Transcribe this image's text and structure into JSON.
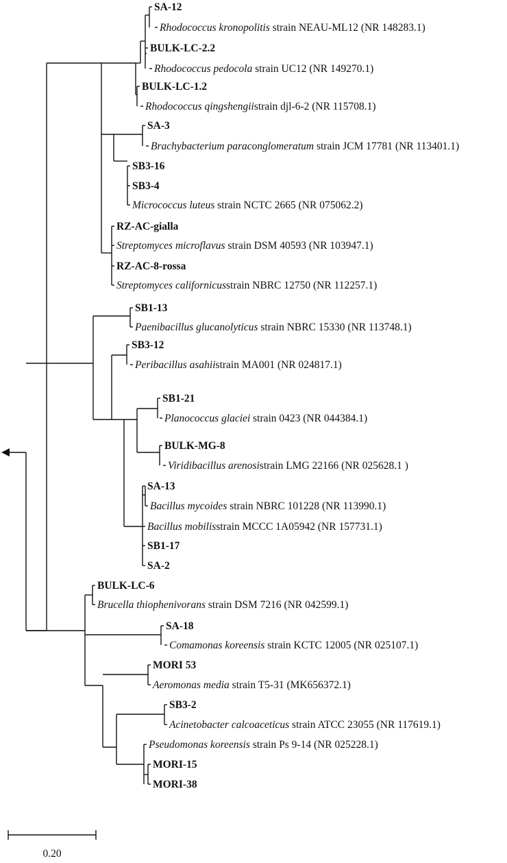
{
  "tree": {
    "taxa": [
      {
        "id": "t0",
        "segs": [
          {
            "t": "SA-12",
            "b": true
          }
        ]
      },
      {
        "id": "t1",
        "segs": [
          {
            "t": "Rhodococcus kronopolitis",
            "i": true
          },
          {
            "t": " strain NEAU-ML12 (NR 148283.1)"
          }
        ]
      },
      {
        "id": "t2",
        "segs": [
          {
            "t": "BULK-LC-2.2",
            "b": true
          }
        ]
      },
      {
        "id": "t3",
        "segs": [
          {
            "t": "Rhodococcus pedocola",
            "i": true
          },
          {
            "t": " strain UC12 (NR 149270.1)"
          }
        ]
      },
      {
        "id": "t4",
        "segs": [
          {
            "t": "BULK-LC-1.2",
            "b": true
          }
        ]
      },
      {
        "id": "t5",
        "segs": [
          {
            "t": "Rhodococcus qingshengii",
            "i": true
          },
          {
            "t": "strain djl-6-2 (NR 115708.1)"
          }
        ]
      },
      {
        "id": "t6",
        "segs": [
          {
            "t": "SA-3",
            "b": true
          }
        ]
      },
      {
        "id": "t7",
        "segs": [
          {
            "t": "Brachybacterium paraconglomeratum",
            "i": true
          },
          {
            "t": " strain JCM 17781 (NR 113401.1)"
          }
        ]
      },
      {
        "id": "t8",
        "segs": [
          {
            "t": "SB3-16",
            "b": true
          }
        ]
      },
      {
        "id": "t9",
        "segs": [
          {
            "t": "SB3-4",
            "b": true
          }
        ]
      },
      {
        "id": "t10",
        "segs": [
          {
            "t": "Micrococcus luteus",
            "i": true
          },
          {
            "t": " strain NCTC 2665 (NR 075062.2)"
          }
        ]
      },
      {
        "id": "t11",
        "segs": [
          {
            "t": "RZ-AC-gialla",
            "b": true
          }
        ]
      },
      {
        "id": "t12",
        "segs": [
          {
            "t": "Streptomyces microflavus",
            "i": true
          },
          {
            "t": " strain DSM 40593 (NR 103947.1)"
          }
        ]
      },
      {
        "id": "t13",
        "segs": [
          {
            "t": "RZ-AC-8-rossa",
            "b": true
          }
        ]
      },
      {
        "id": "t14",
        "segs": [
          {
            "t": "Streptomyces californicus",
            "i": true
          },
          {
            "t": "strain NBRC 12750 (NR 112257.1)"
          }
        ]
      },
      {
        "id": "t15",
        "segs": [
          {
            "t": "SB1-13",
            "b": true
          }
        ]
      },
      {
        "id": "t16",
        "segs": [
          {
            "t": "Paenibacillus glucanolyticus",
            "i": true
          },
          {
            "t": " strain NBRC 15330 (NR 113748.1)"
          }
        ]
      },
      {
        "id": "t17",
        "segs": [
          {
            "t": "SB3-12",
            "b": true
          }
        ]
      },
      {
        "id": "t18",
        "segs": [
          {
            "t": "Peribacillus asahii",
            "i": true
          },
          {
            "t": "strain MA001 (NR 024817.1)"
          }
        ]
      },
      {
        "id": "t19",
        "segs": [
          {
            "t": "SB1-21",
            "b": true
          }
        ]
      },
      {
        "id": "t20",
        "segs": [
          {
            "t": "Planococcus glaciei",
            "i": true
          },
          {
            "t": " strain 0423 (NR 044384.1)"
          }
        ]
      },
      {
        "id": "t21",
        "segs": [
          {
            "t": "BULK-MG-8",
            "b": true
          }
        ]
      },
      {
        "id": "t22",
        "segs": [
          {
            "t": "Viridibacillus arenosi",
            "i": true
          },
          {
            "t": "strain LMG 22166 (NR 025628.1 )"
          }
        ]
      },
      {
        "id": "t23",
        "segs": [
          {
            "t": "SA-13",
            "b": true
          }
        ]
      },
      {
        "id": "t24",
        "segs": [
          {
            "t": "Bacillus mycoides",
            "i": true
          },
          {
            "t": " strain NBRC 101228 (NR 113990.1)"
          }
        ]
      },
      {
        "id": "t25",
        "segs": [
          {
            "t": "Bacillus mobilis",
            "i": true
          },
          {
            "t": "strain MCCC 1A05942 (NR 157731.1)"
          }
        ]
      },
      {
        "id": "t26",
        "segs": [
          {
            "t": "SB1-17",
            "b": true
          }
        ]
      },
      {
        "id": "t27",
        "segs": [
          {
            "t": "SA-2",
            "b": true
          }
        ]
      },
      {
        "id": "t28",
        "segs": [
          {
            "t": "BULK-LC-6",
            "b": true
          }
        ]
      },
      {
        "id": "t29",
        "segs": [
          {
            "t": "Brucella thiophenivorans",
            "i": true
          },
          {
            "t": " strain DSM 7216 (NR 042599.1)"
          }
        ]
      },
      {
        "id": "t30",
        "segs": [
          {
            "t": "SA-18",
            "b": true
          }
        ]
      },
      {
        "id": "t31",
        "segs": [
          {
            "t": "Comamonas koreensis",
            "i": true
          },
          {
            "t": " strain KCTC 12005 (NR 025107.1)"
          }
        ]
      },
      {
        "id": "t32",
        "segs": [
          {
            "t": "MORI 53",
            "b": true
          }
        ]
      },
      {
        "id": "t33",
        "segs": [
          {
            "t": "Aeromonas media",
            "i": true
          },
          {
            "t": " strain T5-31 (MK656372.1)"
          }
        ]
      },
      {
        "id": "t34",
        "segs": [
          {
            "t": "SB3-2",
            "b": true
          }
        ]
      },
      {
        "id": "t35",
        "segs": [
          {
            "t": "Acinetobacter calcoaceticus",
            "i": true
          },
          {
            "t": " strain ATCC 23055 (NR 117619.1)"
          }
        ]
      },
      {
        "id": "t36",
        "segs": [
          {
            "t": "Pseudomonas koreensis",
            "i": true
          },
          {
            "t": " strain Ps 9-14 (NR 025228.1)"
          }
        ]
      },
      {
        "id": "t37",
        "segs": [
          {
            "t": "MORI-15",
            "b": true
          }
        ]
      },
      {
        "id": "t38",
        "segs": [
          {
            "t": "MORI-38",
            "b": true
          }
        ]
      }
    ],
    "scale_bar": {
      "label": "0.20"
    },
    "root_marker": "left-arrow-icon"
  }
}
